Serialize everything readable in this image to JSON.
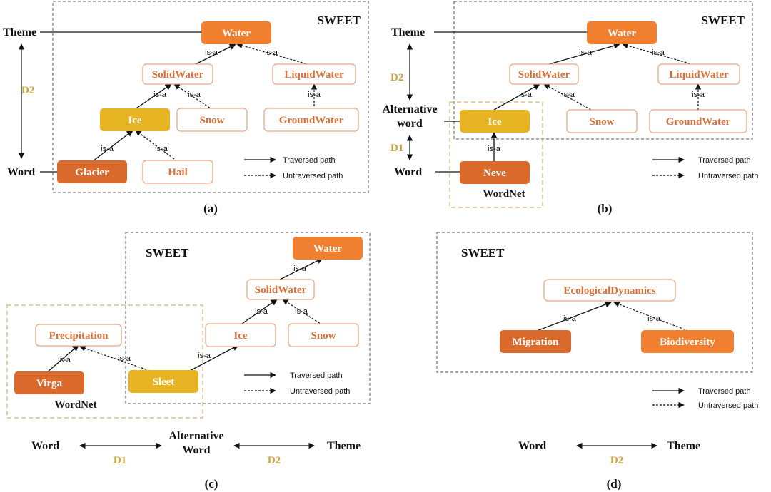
{
  "colors": {
    "node_dark_fill": "#D96A2B",
    "node_orange_fill": "#F08030",
    "node_yellow_fill": "#E6B322",
    "node_light_fill": "#FFFFFF",
    "node_light_stroke": "#E9A883",
    "node_light_text": "#D9703A",
    "node_solid_text": "#FFFFFF",
    "sweet_box_stroke": "#555555",
    "wordnet_box_stroke": "#D8B27A",
    "d_label": "#C9A43A",
    "edge": "#111111",
    "label_text": "#111111"
  },
  "legend": {
    "traversed": "Traversed path",
    "untraversed": "Untraversed path"
  },
  "edge_label": "is-a",
  "panels": {
    "a": {
      "caption": "(a)",
      "sweet_label": "SWEET",
      "side_labels": {
        "theme": "Theme",
        "word": "Word",
        "distance": "D2"
      },
      "nodes": {
        "water": "Water",
        "solidwater": "SolidWater",
        "liquidwater": "LiquidWater",
        "ice": "Ice",
        "snow": "Snow",
        "groundwater": "GroundWater",
        "glacier": "Glacier",
        "hail": "Hail"
      }
    },
    "b": {
      "caption": "(b)",
      "sweet_label": "SWEET",
      "wordnet_label": "WordNet",
      "side_labels": {
        "theme": "Theme",
        "alternative": "Alternative word",
        "word": "Word",
        "d2": "D2",
        "d1": "D1"
      },
      "nodes": {
        "water": "Water",
        "solidwater": "SolidWater",
        "liquidwater": "LiquidWater",
        "ice": "Ice",
        "snow": "Snow",
        "groundwater": "GroundWater",
        "neve": "Neve"
      }
    },
    "c": {
      "caption": "(c)",
      "sweet_label": "SWEET",
      "wordnet_label": "WordNet",
      "bottom": {
        "word": "Word",
        "alternative": "Alternative Word",
        "theme": "Theme",
        "d1": "D1",
        "d2": "D2"
      },
      "nodes": {
        "water": "Water",
        "solidwater": "SolidWater",
        "ice": "Ice",
        "snow": "Snow",
        "precipitation": "Precipitation",
        "virga": "Virga",
        "sleet": "Sleet"
      }
    },
    "d": {
      "caption": "(d)",
      "sweet_label": "SWEET",
      "bottom": {
        "word": "Word",
        "theme": "Theme",
        "d2": "D2"
      },
      "nodes": {
        "ecological": "EcologicalDynamics",
        "migration": "Migration",
        "biodiversity": "Biodiversity"
      }
    }
  }
}
